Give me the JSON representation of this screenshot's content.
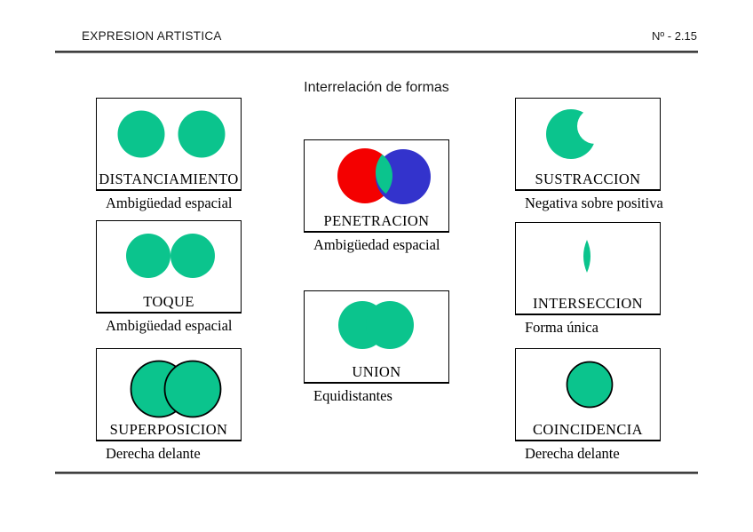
{
  "header": {
    "left": "EXPRESION ARTISTICA",
    "right": "Nº - 2.15"
  },
  "title": "Interrelación de formas",
  "colors": {
    "green": "#0bc48d",
    "red": "#f40000",
    "blue": "#3333cc",
    "white": "#ffffff",
    "outline": "#000000",
    "rule": "#3e3e3e"
  },
  "panels": [
    {
      "id": "distanciamiento",
      "label": "DISTANCIAMIENTO",
      "caption": "Ambigüedad espacial",
      "shape": "two separated green circles"
    },
    {
      "id": "toque",
      "label": "TOQUE",
      "caption": "Ambigüedad espacial",
      "shape": "two touching green circles"
    },
    {
      "id": "superposicion",
      "label": "SUPERPOSICION",
      "caption": "Derecha delante",
      "shape": "two overlapping outlined green circles, right in front"
    },
    {
      "id": "penetracion",
      "label": "PENETRACION",
      "caption": "Ambigüedad espacial",
      "shape": "red and blue circles with green intersection"
    },
    {
      "id": "union",
      "label": "UNION",
      "caption": "Equidistantes",
      "shape": "two merged green circles"
    },
    {
      "id": "sustraccion",
      "label": "SUSTRACCION",
      "caption": "Negativa sobre positiva",
      "shape": "green circle with circular bite removed"
    },
    {
      "id": "interseccion",
      "label": "INTERSECCION",
      "caption": "Forma única",
      "shape": "green vertical lens"
    },
    {
      "id": "coincidencia",
      "label": "COINCIDENCIA",
      "caption": "Derecha delante",
      "shape": "single outlined green circle"
    }
  ]
}
